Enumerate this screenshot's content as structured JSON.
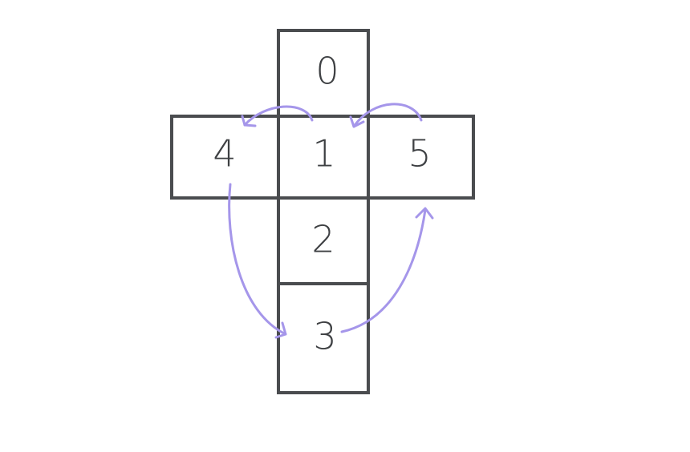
{
  "colors": {
    "background": "#ffffff",
    "outline": "#4a4c4f",
    "arrow": "#a596ea",
    "text": "#3e4043"
  },
  "cells": [
    {
      "id": "0",
      "label": "0"
    },
    {
      "id": "1",
      "label": "1"
    },
    {
      "id": "2",
      "label": "2"
    },
    {
      "id": "3",
      "label": "3"
    },
    {
      "id": "4",
      "label": "4"
    },
    {
      "id": "5",
      "label": "5"
    }
  ],
  "arrows": [
    {
      "from": "1",
      "to": "4"
    },
    {
      "from": "5",
      "to": "1"
    },
    {
      "from": "4",
      "to": "3"
    },
    {
      "from": "3",
      "to": "5"
    }
  ]
}
